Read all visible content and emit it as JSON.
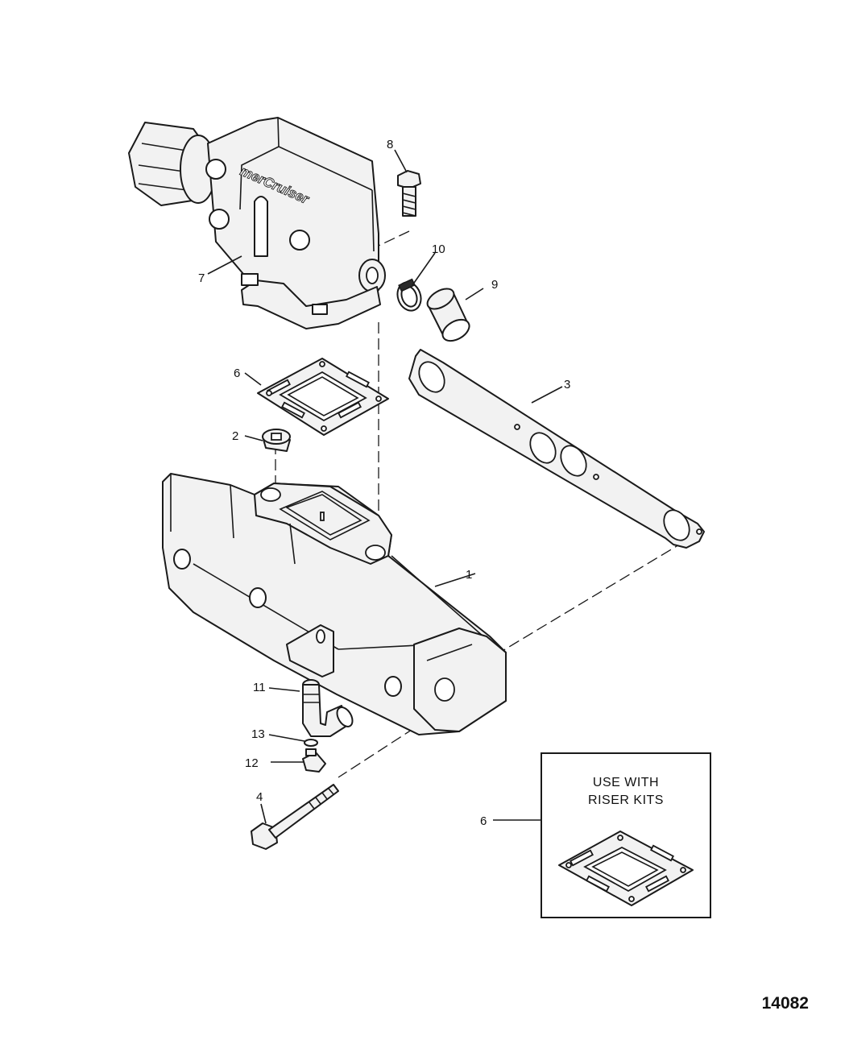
{
  "brand_text": "merCruiser",
  "callouts": [
    {
      "id": "callout-1",
      "label": "1"
    },
    {
      "id": "callout-2",
      "label": "2"
    },
    {
      "id": "callout-3",
      "label": "3"
    },
    {
      "id": "callout-4",
      "label": "4"
    },
    {
      "id": "callout-6",
      "label": "6"
    },
    {
      "id": "callout-6-inset",
      "label": "6"
    },
    {
      "id": "callout-7",
      "label": "7"
    },
    {
      "id": "callout-8",
      "label": "8"
    },
    {
      "id": "callout-9",
      "label": "9"
    },
    {
      "id": "callout-10",
      "label": "10"
    },
    {
      "id": "callout-11",
      "label": "11"
    },
    {
      "id": "callout-12",
      "label": "12"
    },
    {
      "id": "callout-13",
      "label": "13"
    }
  ],
  "inset": {
    "line1": "USE WITH",
    "line2": "RISER KITS"
  },
  "figure_number": "14082"
}
